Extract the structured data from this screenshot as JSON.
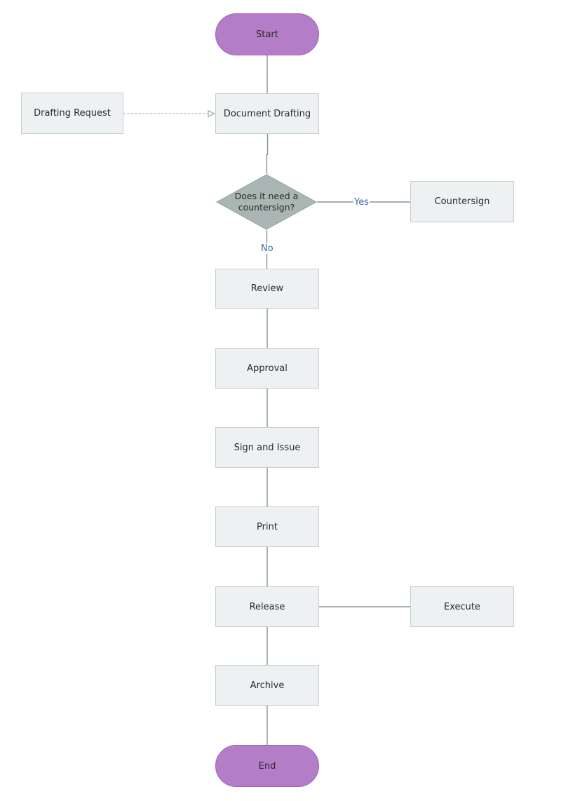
{
  "colors": {
    "bg": "#ffffff",
    "terminator_fill": "#b37dc8",
    "terminator_stroke": "#a263ba",
    "process_fill": "#edf1f2",
    "process_stroke": "#c6ced2",
    "decision_fill": "#a9b6b3",
    "decision_stroke": "#96a4a1",
    "edge_color": "#8d9496",
    "edge_dashed_color": "#9aa0a2",
    "label_color": "#2b2b2b",
    "branch_label_color": "#3a6ba5"
  },
  "nodes": [
    {
      "id": "start",
      "type": "terminator",
      "label": "Start"
    },
    {
      "id": "drafting-request",
      "type": "process",
      "label": "Drafting Request"
    },
    {
      "id": "document-drafting",
      "type": "process",
      "label": "Document Drafting"
    },
    {
      "id": "decision-countersign",
      "type": "decision",
      "label": "Does it need a countersign?"
    },
    {
      "id": "countersign",
      "type": "process",
      "label": "Countersign"
    },
    {
      "id": "review",
      "type": "process",
      "label": "Review"
    },
    {
      "id": "approval",
      "type": "process",
      "label": "Approval"
    },
    {
      "id": "sign-and-issue",
      "type": "process",
      "label": "Sign and Issue"
    },
    {
      "id": "print",
      "type": "process",
      "label": "Print"
    },
    {
      "id": "release",
      "type": "process",
      "label": "Release"
    },
    {
      "id": "execute",
      "type": "process",
      "label": "Execute"
    },
    {
      "id": "archive",
      "type": "process",
      "label": "Archive"
    },
    {
      "id": "end",
      "type": "terminator",
      "label": "End"
    }
  ],
  "edges": [
    {
      "from": "start",
      "to": "document-drafting",
      "style": "solid"
    },
    {
      "from": "drafting-request",
      "to": "document-drafting",
      "style": "dashed-open-arrow"
    },
    {
      "from": "document-drafting",
      "to": "decision-countersign",
      "style": "solid"
    },
    {
      "from": "decision-countersign",
      "to": "countersign",
      "style": "solid",
      "label": "Yes"
    },
    {
      "from": "decision-countersign",
      "to": "review",
      "style": "solid",
      "label": "No"
    },
    {
      "from": "review",
      "to": "approval",
      "style": "solid"
    },
    {
      "from": "approval",
      "to": "sign-and-issue",
      "style": "solid"
    },
    {
      "from": "sign-and-issue",
      "to": "print",
      "style": "solid"
    },
    {
      "from": "print",
      "to": "release",
      "style": "solid"
    },
    {
      "from": "release",
      "to": "execute",
      "style": "solid"
    },
    {
      "from": "release",
      "to": "archive",
      "style": "solid"
    },
    {
      "from": "archive",
      "to": "end",
      "style": "solid"
    }
  ]
}
